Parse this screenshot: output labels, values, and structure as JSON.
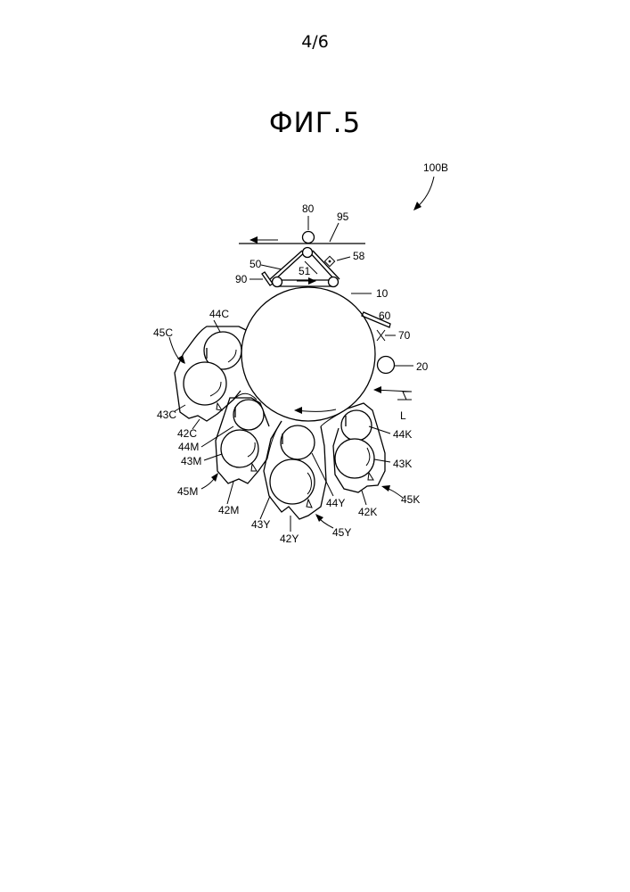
{
  "header": {
    "page_number": "4/6",
    "figure_title": "ФИГ.5"
  },
  "labels": {
    "apparatus": "100B",
    "roller_80": "80",
    "paper_95": "95",
    "belt_50": "50",
    "roller_51": "51",
    "sensor_58": "58",
    "blade_90": "90",
    "drum_10": "10",
    "cleaner_60": "60",
    "charger_70": "70",
    "transfer_20": "20",
    "light_L": "L",
    "dev_44C": "44C",
    "dev_45C": "45C",
    "dev_43C": "43C",
    "dev_42C": "42C",
    "dev_44M": "44M",
    "dev_43M": "43M",
    "dev_45M": "45M",
    "dev_42M": "42M",
    "dev_43Y": "43Y",
    "dev_42Y": "42Y",
    "dev_45Y": "45Y",
    "dev_44Y": "44Y",
    "dev_44K": "44K",
    "dev_43K": "43K",
    "dev_42K": "42K",
    "dev_45K": "45K"
  }
}
